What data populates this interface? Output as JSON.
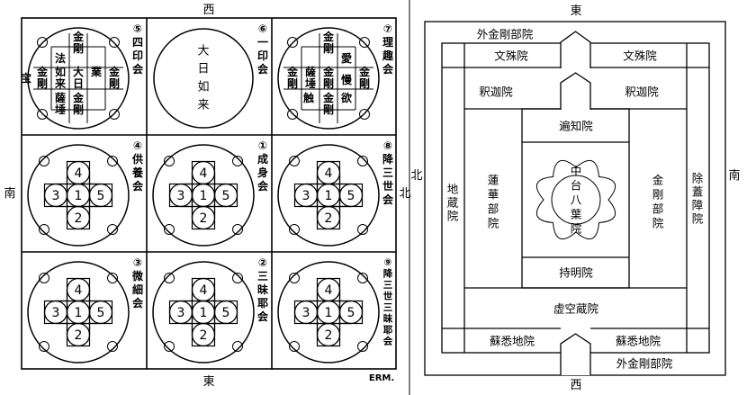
{
  "left": {
    "directions": {
      "top": "西",
      "bottom": "東",
      "left": "南",
      "right": "北"
    },
    "credit": "ERM.",
    "cells": [
      {
        "id": "shiin",
        "label": [
          "⑤",
          "四",
          "印",
          "会"
        ]
      },
      {
        "id": "ichiin",
        "label": [
          "⑥",
          "一",
          "印",
          "会"
        ],
        "center": [
          "大",
          "日",
          "如",
          "来"
        ]
      },
      {
        "id": "rishu",
        "label": [
          "⑦",
          "理",
          "趣",
          "会"
        ]
      },
      {
        "id": "kuyo",
        "label": [
          "④",
          "供",
          "養",
          "会"
        ]
      },
      {
        "id": "joshin",
        "label": [
          "①",
          "成",
          "身",
          "会"
        ]
      },
      {
        "id": "gozanze",
        "label": [
          "⑧",
          "降",
          "三",
          "世",
          "会"
        ]
      },
      {
        "id": "misai",
        "label": [
          "③",
          "微",
          "細",
          "会"
        ]
      },
      {
        "id": "sanmaya",
        "label": [
          "②",
          "三",
          "昧",
          "耶",
          "会"
        ]
      },
      {
        "id": "gozanze_sanmaya",
        "label": [
          "⑨",
          "降",
          "三",
          "世",
          "三",
          "昧",
          "耶",
          "会"
        ]
      }
    ],
    "mandala_numbers": [
      "4",
      "3",
      "1",
      "5",
      "2"
    ],
    "shiin_text": {
      "top": [
        "金",
        "剛"
      ],
      "left_upper": [
        "法"
      ],
      "left": [
        "金",
        "剛"
      ],
      "left_outer": [
        "宝"
      ],
      "center": [
        "大",
        "日",
        "如",
        "来"
      ],
      "right": [
        "業"
      ],
      "right_outer": [
        "金",
        "剛"
      ],
      "bottom": [
        "金",
        "剛"
      ],
      "bottom_left": [
        "薩",
        "埵"
      ]
    },
    "rishu_text": {
      "top": [
        "金",
        "剛"
      ],
      "top_right": [
        "愛"
      ],
      "left": [
        "金",
        "剛"
      ],
      "left_inner": [
        "触"
      ],
      "center": [
        "薩",
        "埵"
      ],
      "center_right": [
        "金",
        "剛"
      ],
      "right_upper": [
        "慢"
      ],
      "right_outer": [
        "金",
        "剛"
      ],
      "bottom": [
        "金",
        "剛"
      ],
      "bottom_right": [
        "欲"
      ]
    }
  },
  "right": {
    "directions": {
      "top": "東",
      "bottom": "西",
      "left": "北",
      "right": "南"
    },
    "halls": {
      "outer_top": "外金剛部院",
      "outer_bottom": "外金剛部院",
      "monju_left": "文殊院",
      "monju_right": "文殊院",
      "shaka_left": "釈迦院",
      "shaka_right": "釈迦院",
      "henchi": "遍知院",
      "jizo": [
        "地",
        "蔵",
        "院"
      ],
      "renge": [
        "蓮",
        "華",
        "部",
        "院"
      ],
      "chudai": [
        "中",
        "台",
        "八",
        "葉",
        "院"
      ],
      "kongo": [
        "金",
        "剛",
        "部",
        "院"
      ],
      "jogaisho": [
        "除",
        "蓋",
        "障",
        "院"
      ],
      "jimyo": "持明院",
      "kokuzo": "虚空蔵院",
      "soshitsuji_left": "蘇悉地院",
      "soshitsuji_right": "蘇悉地院"
    }
  }
}
